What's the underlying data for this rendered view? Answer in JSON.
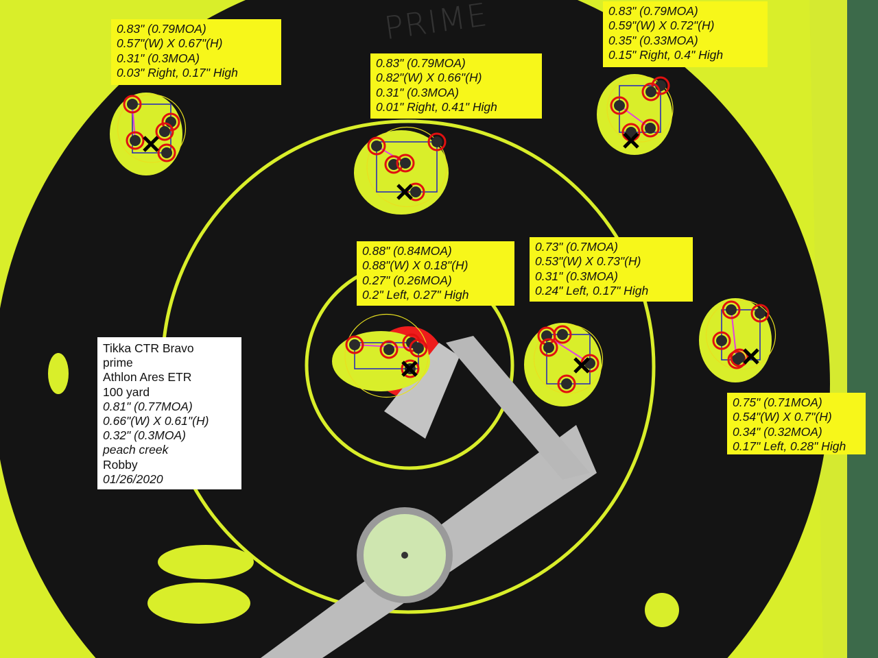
{
  "handwriting": "PRIME",
  "summary": {
    "rifle": "Tikka CTR Bravo",
    "ammo": "prime",
    "scope": "Athlon Ares ETR",
    "distance": "100 yard",
    "group_size": "0.81\" (0.77MOA)",
    "width_height": "0.66\"(W) X 0.61\"(H)",
    "mean_radius": "0.32\" (0.3MOA)",
    "location": "peach creek",
    "shooter": "Robby",
    "date": "01/26/2020"
  },
  "groups": [
    {
      "size": "0.83\" (0.79MOA)",
      "wh": "0.57\"(W) X 0.67\"(H)",
      "mr": "0.31\" (0.3MOA)",
      "offset": "0.03\" Right,  0.17\" High"
    },
    {
      "size": "0.83\" (0.79MOA)",
      "wh": "0.82\"(W) X 0.66\"(H)",
      "mr": "0.31\" (0.3MOA)",
      "offset": "0.01\" Right,  0.41\" High"
    },
    {
      "size": "0.83\" (0.79MOA)",
      "wh": "0.59\"(W) X 0.72\"(H)",
      "mr": "0.35\" (0.33MOA)",
      "offset": "0.15\" Right,  0.4\" High"
    },
    {
      "size": "0.88\" (0.84MOA)",
      "wh": "0.88\"(W) X 0.18\"(H)",
      "mr": "0.27\" (0.26MOA)",
      "offset": "0.2\" Left,  0.27\" High"
    },
    {
      "size": "0.73\" (0.7MOA)",
      "wh": "0.53\"(W) X 0.73\"(H)",
      "mr": "0.31\" (0.3MOA)",
      "offset": "0.24\" Left,  0.17\" High"
    },
    {
      "size": "0.75\" (0.71MOA)",
      "wh": "0.54\"(W) X 0.7\"(H)",
      "mr": "0.34\" (0.32MOA)",
      "offset": "0.17\" Left,  0.28\" High"
    }
  ],
  "colors": {
    "target_yellow": "#d9ee2a",
    "target_black": "#141414",
    "label_yellow": "#f7f71a",
    "shot_red": "#e01010",
    "box_blue": "#2020c0"
  }
}
